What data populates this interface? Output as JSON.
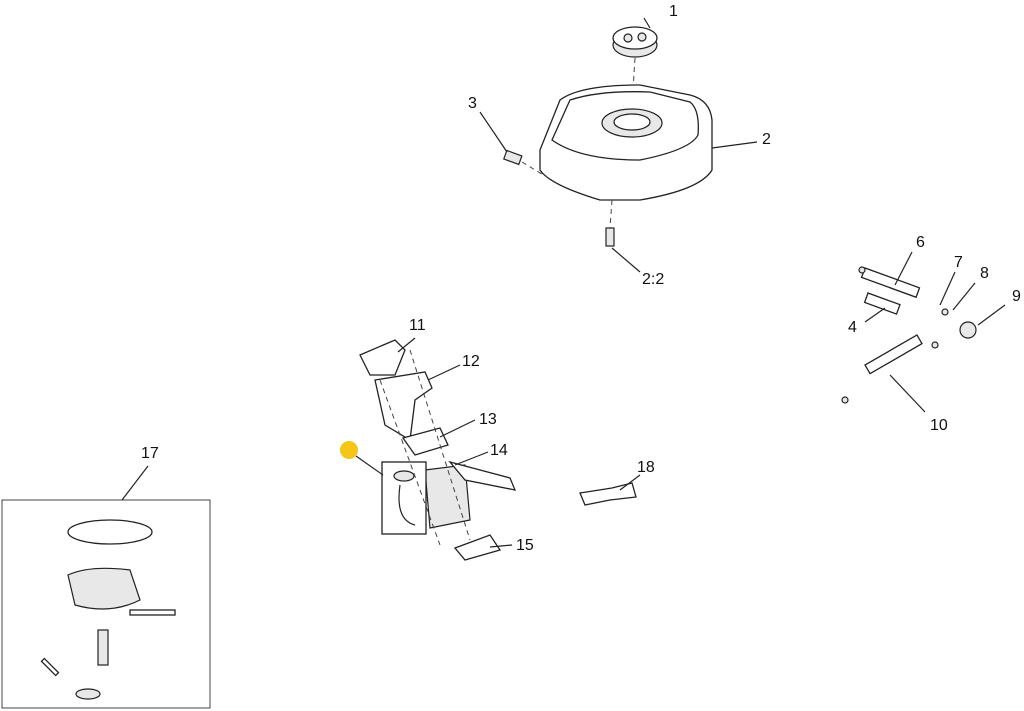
{
  "diagram": {
    "callouts": [
      "1",
      "2",
      "3",
      "2:2",
      "6",
      "7",
      "8",
      "9",
      "4",
      "10",
      "11",
      "12",
      "13",
      "14",
      "15",
      "18",
      "17"
    ],
    "hotspot_color": "#f5c518"
  }
}
